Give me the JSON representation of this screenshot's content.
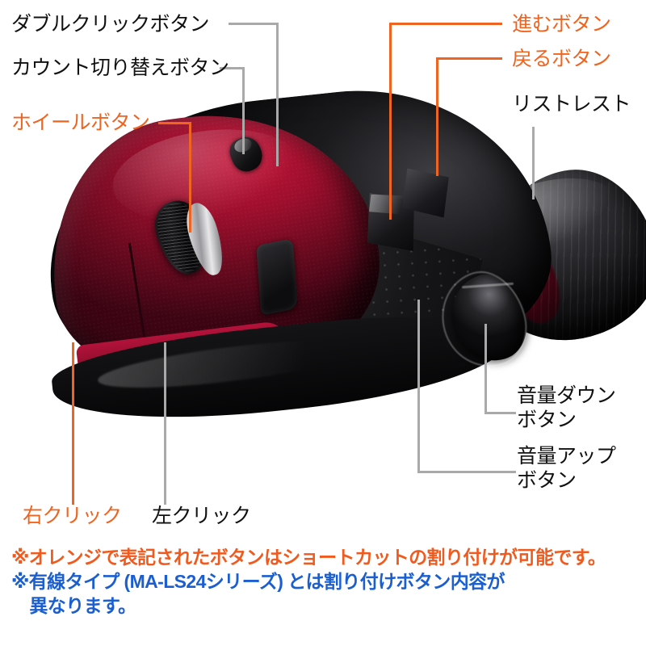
{
  "document": {
    "kind": "product-annotation-diagram",
    "subject": "ergonomic vertical mouse"
  },
  "colors": {
    "assignable_accent": "#ef6420",
    "static_label": "#111111",
    "leader_gray": "#a9a9a9",
    "note_orange": "#f05a1e",
    "note_blue": "#1a5ed0",
    "shell_red": "#9e0f2d",
    "shell_black": "#1b1b1e",
    "background": "#ffffff"
  },
  "callouts": [
    {
      "id": "double-click",
      "label": "ダブルクリックボタン",
      "color": "static",
      "target": "top small button"
    },
    {
      "id": "count-switch",
      "label": "カウント切り替えボタン",
      "color": "static",
      "target": "count switch button"
    },
    {
      "id": "wheel",
      "label": "ホイールボタン",
      "color": "assignable",
      "target": "scroll wheel"
    },
    {
      "id": "forward",
      "label": "進むボタン",
      "color": "assignable",
      "target": "forward side button"
    },
    {
      "id": "back",
      "label": "戻るボタン",
      "color": "assignable",
      "target": "back side button"
    },
    {
      "id": "wrist-rest",
      "label": "リストレスト",
      "color": "static",
      "target": "wrist rest pad"
    },
    {
      "id": "volume-down",
      "label_line1": "音量ダウン",
      "label_line2": "ボタン",
      "color": "static",
      "target": "volume down rocker"
    },
    {
      "id": "volume-up",
      "label_line1": "音量アップ",
      "label_line2": "ボタン",
      "color": "static",
      "target": "volume up rocker"
    },
    {
      "id": "right-click",
      "label": "右クリック",
      "color": "assignable",
      "target": "right click button"
    },
    {
      "id": "left-click",
      "label": "左クリック",
      "color": "static",
      "target": "left click button"
    }
  ],
  "notes": {
    "line1": "※オレンジで表記されたボタンはショートカットの割り付けが可能です。",
    "line2": "※有線タイプ (MA-LS24シリーズ) とは割り付けボタン内容が",
    "line3": "　異なります。"
  }
}
